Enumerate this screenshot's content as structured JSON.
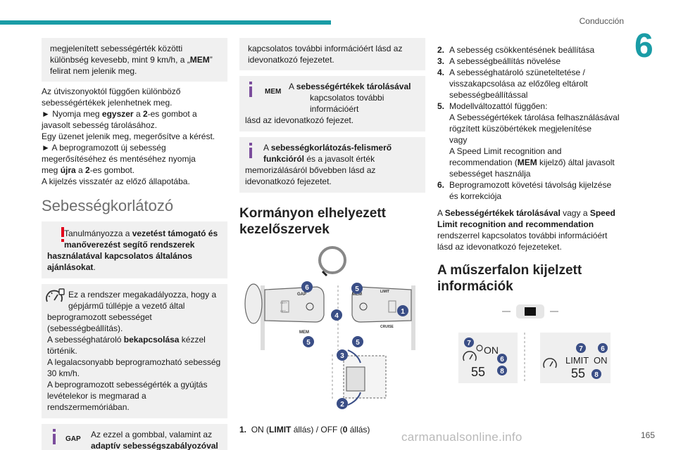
{
  "header": {
    "section_title": "Conducción",
    "chapter": "6",
    "page": "165"
  },
  "watermark": "carmanualsonline.info",
  "col1": {
    "box_text": [
      "megjelenített sebességérték közötti",
      "különbség kevesebb, mint 9 km/h, a „",
      "MEM",
      "”",
      "felirat nem jelenik meg."
    ],
    "p1": "Az útviszonyoktól függően különböző",
    "p1b": "sebességértékek jelenhetnek meg.",
    "step1_a": "► Nyomja meg ",
    "step1_b": "egyszer",
    "step1_c": " a ",
    "step1_d": "2",
    "step1_e": "-es gombot a",
    "step1_f": "javasolt sebesség tárolásához.",
    "p2": "Egy üzenet jelenik meg, megerősítve a kérést.",
    "step2_a": "► A beprogramozott új sebesség",
    "step2_b": "megerősítéséhez és mentéséhez nyomja",
    "step2_c": "meg ",
    "step2_d": "újra",
    "step2_e": " a ",
    "step2_f": "2",
    "step2_g": "-es gombot.",
    "p3": "A kijelzés visszatér az előző állapotába.",
    "section_title": "Sebességkorlátozó",
    "warn_a": "Tanulmányozza a ",
    "warn_b": "vezetést támogató és",
    "warn_c": "manőverezést segítő rendszerek",
    "warn_d": "használatával kapcsolatos általános",
    "warn_e": "ajánlásokat",
    "warn_f": ".",
    "lim_a": "Ez a rendszer megakadályozza, hogy a",
    "lim_b": "gépjármű túllépje a vezető által",
    "lim_c": "beprogramozott sebességet (sebességbeállítás).",
    "lim_d": "A sebességhatároló ",
    "lim_e": "bekapcsolása",
    "lim_f": " kézzel",
    "lim_g": "történik.",
    "lim_h": "A legalacsonyabb beprogramozható sebesség",
    "lim_i": "30 km/h.",
    "lim_j": "A beprogramozott sebességérték a gyújtás",
    "lim_k": "levételekor is megmarad a rendszermemóriában.",
    "gap_label": "GAP",
    "gap_a": "Az ezzel a gombbal, valamint az",
    "gap_b": "adaptív sebességszabályozóval"
  },
  "col2": {
    "box1_a": "kapcsolatos további információért lásd az",
    "box1_b": "idevonatkozó fejezetet.",
    "mem_label": "MEM",
    "mem_a": "A ",
    "mem_b": "sebességértékek tárolásával",
    "mem_c": "kapcsolatos további információért",
    "mem_d": "lásd az idevonatkozó fejezet.",
    "rec_a": "A ",
    "rec_b": "sebességkorlátozás-felismerő",
    "rec_c": "funkcióról",
    "rec_d": " és a javasolt érték",
    "rec_e": "memorizálásáról bővebben lásd az",
    "rec_f": "idevonatkozó fejezetet.",
    "heading": [
      "Kormányon elhelyezett",
      "kezelőszervek"
    ],
    "diagram_labels": {
      "gap": "GAP",
      "mem": "MEM",
      "limit": "LIMIT",
      "cruise": "CRUISE",
      "set_plus": "SET+",
      "set_minus": "SET–"
    },
    "item1_num": "1.",
    "item1_a": "ON (",
    "item1_b": "LIMIT",
    "item1_c": " állás) / OFF (",
    "item1_d": "0",
    "item1_e": " állás)"
  },
  "col3": {
    "items": [
      {
        "num": "2.",
        "lines": [
          "A sebesség csökkentésének beállítása"
        ]
      },
      {
        "num": "3.",
        "lines": [
          "A sebességbeállítás növelése"
        ]
      },
      {
        "num": "4.",
        "lines": [
          "A sebességhatároló szüneteltetése /",
          "visszakapcsolása az előzőleg eltárolt",
          "sebességbeállítással"
        ]
      }
    ],
    "item5_num": "5.",
    "item5_a": "Modellváltozattól függően:",
    "item5_b": "A Sebességértékek tárolása felhasználásával",
    "item5_c": "rögzített küszöbértékek megjelenítése",
    "item5_d": "vagy",
    "item5_e": "A Speed Limit recognition and",
    "item5_f": "recommendation (",
    "item5_g": "MEM",
    "item5_h": " kijelző) által javasolt",
    "item5_i": "sebességet használja",
    "item6_num": "6.",
    "item6_a": "Beprogramozott követési távolság kijelzése",
    "item6_b": "és korrekciója",
    "para_a": "A ",
    "para_b": "Sebességértékek tárolásával",
    "para_c": " vagy a ",
    "para_d": "Speed",
    "para_e": "Limit recognition and recommendation",
    "para_f": "rendszerrel kapcsolatos további információért",
    "para_g": "lásd az idevonatkozó fejezeteket.",
    "heading": [
      "A műszerfalon kijelzett",
      "információk"
    ],
    "display1": {
      "on": "ON",
      "speed": "55"
    },
    "display2": {
      "limit": "LIMIT",
      "on": "ON",
      "speed": "55"
    }
  },
  "badges": [
    "1",
    "2",
    "3",
    "4",
    "5",
    "6",
    "7",
    "8"
  ],
  "colors": {
    "accent": "#1a9ca6",
    "badge": "#3a4e86",
    "warning": "#e2001a",
    "info": "#7b4d9c",
    "box": "#f0f0f0"
  }
}
